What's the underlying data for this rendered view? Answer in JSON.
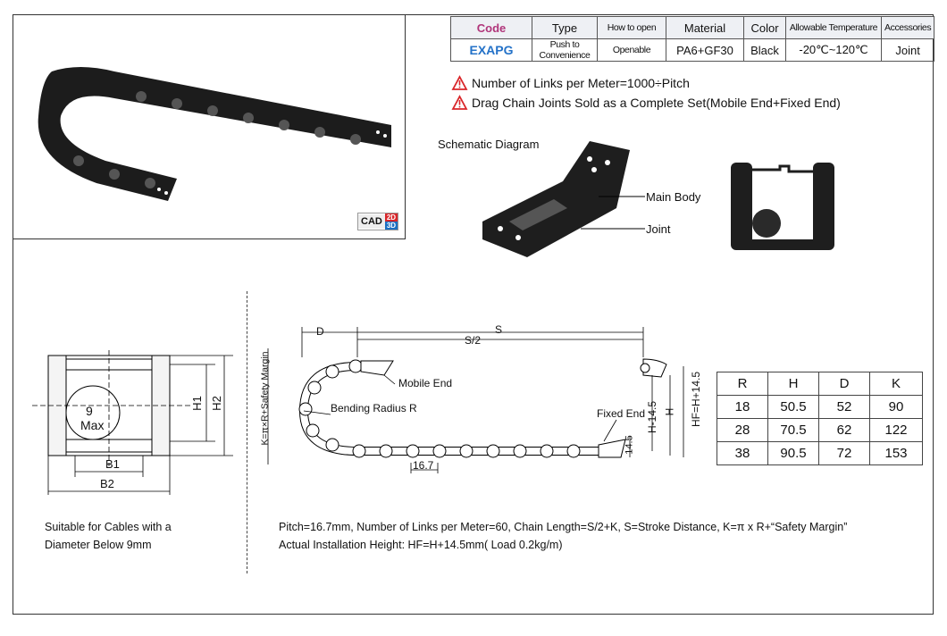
{
  "spec_table": {
    "headers": [
      "Code",
      "Type",
      "How to open",
      "Material",
      "Color",
      "Allowable Temperature",
      "Accessories"
    ],
    "values": [
      "EXAPG",
      "Push to Convenience",
      "Openable",
      "PA6+GF30",
      "Black",
      "-20℃~120℃",
      "Joint"
    ]
  },
  "notes": [
    "Number of Links per Meter=1000÷Pitch",
    "Drag Chain Joints Sold as a Complete Set(Mobile End+Fixed End)"
  ],
  "cad_badge": {
    "main": "CAD",
    "top": "2D",
    "bottom": "3D"
  },
  "schematic": {
    "title": "Schematic Diagram",
    "main_body": "Main Body",
    "joint": "Joint"
  },
  "cross_section": {
    "diameter": "9",
    "max": "Max",
    "b1": "B1",
    "b2": "B2",
    "h1": "H1",
    "h2": "H2"
  },
  "chain_diagram": {
    "d": "D",
    "s": "S",
    "s_half": "S/2",
    "mobile_end": "Mobile End",
    "bending_radius": "Bending Radius R",
    "fixed_end": "Fixed End",
    "safety_margin": "K=π×R+Safety Margin",
    "pitch": "16.7",
    "h": "H",
    "h_minus": "H-14.5",
    "hf": "HF=H+14.5",
    "dim_14_5": "14.5"
  },
  "r_table": {
    "headers": [
      "R",
      "H",
      "D",
      "K"
    ],
    "rows": [
      [
        "18",
        "50.5",
        "52",
        "90"
      ],
      [
        "28",
        "70.5",
        "62",
        "122"
      ],
      [
        "38",
        "90.5",
        "72",
        "153"
      ]
    ]
  },
  "cable_note": [
    "Suitable for Cables with a",
    "Diameter Below 9mm"
  ],
  "pitch_note": [
    "Pitch=16.7mm, Number of Links per Meter=60, Chain Length=S/2+K, S=Stroke Distance, K=π x R+“Safety Margin”",
    "Actual Installation Height: HF=H+14.5mm( Load 0.2kg/m)"
  ]
}
